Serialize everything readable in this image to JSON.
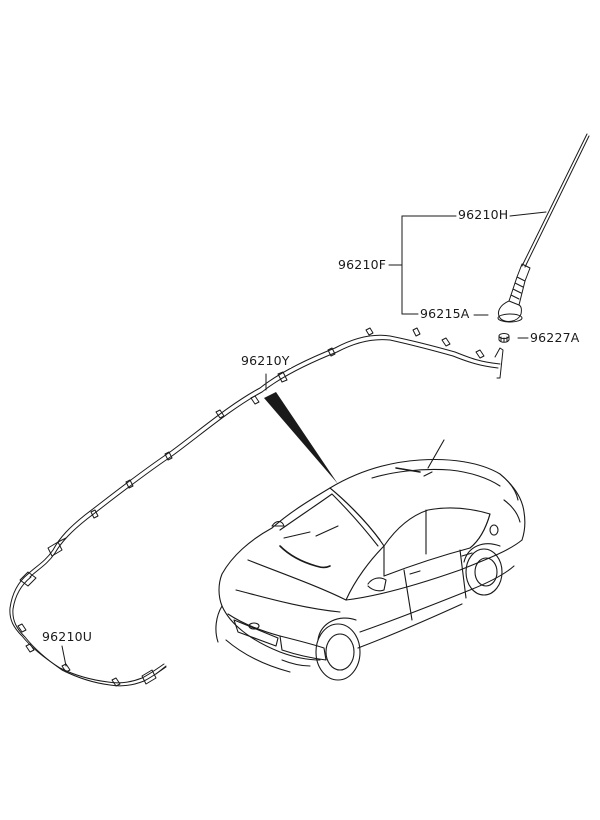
{
  "diagram": {
    "parts": [
      {
        "id": "p-96210H",
        "part_no": "96210H"
      },
      {
        "id": "p-96210F",
        "part_no": "96210F"
      },
      {
        "id": "p-96215A",
        "part_no": "96215A"
      },
      {
        "id": "p-96227A",
        "part_no": "96227A"
      },
      {
        "id": "p-96210Y",
        "part_no": "96210Y"
      },
      {
        "id": "p-96210U",
        "part_no": "96210U"
      }
    ]
  }
}
